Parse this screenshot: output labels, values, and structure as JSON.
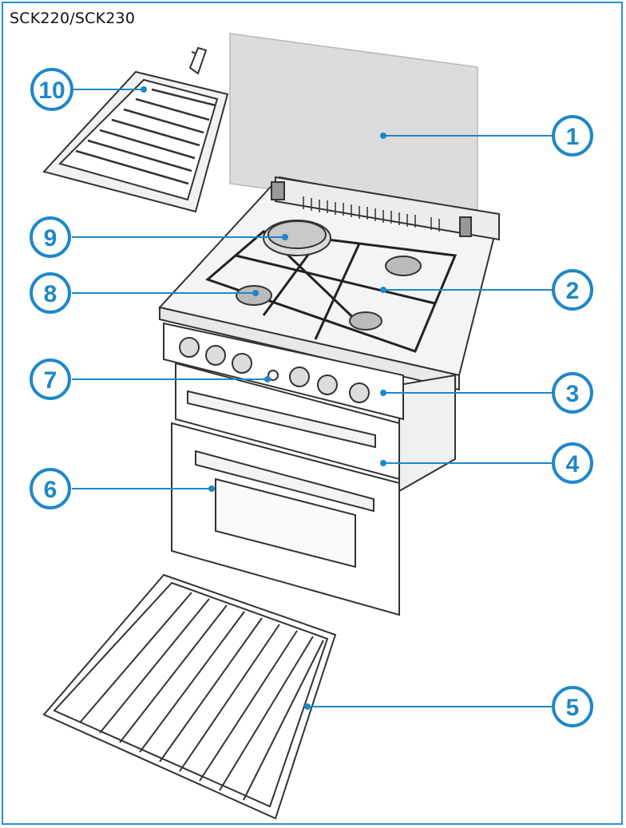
{
  "model_label": "SCK220/SCK230",
  "accent_color": "#1f87c9",
  "callouts": [
    {
      "number": "1"
    },
    {
      "number": "2"
    },
    {
      "number": "3"
    },
    {
      "number": "4"
    },
    {
      "number": "5"
    },
    {
      "number": "6"
    },
    {
      "number": "7"
    },
    {
      "number": "8"
    },
    {
      "number": "9"
    },
    {
      "number": "10"
    }
  ]
}
